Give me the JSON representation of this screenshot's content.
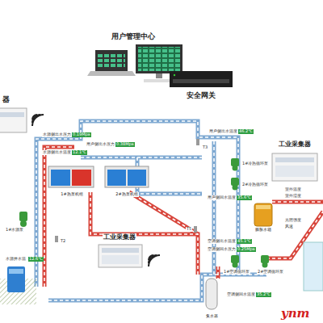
{
  "diagram": {
    "nodes": [
      {
        "text": [
          "用户管理中心"
        ]
      },
      {
        "text": [
          "安全网关"
        ]
      },
      {
        "text": [
          "工业采集器"
        ]
      },
      {
        "text": [
          "工业采集器"
        ]
      },
      {
        "text": [
          "1#热泵机组"
        ]
      },
      {
        "text": [
          "2#热泵机组"
        ]
      },
      {
        "text": [
          "膨胀水箱"
        ]
      },
      {
        "text": [
          "集水器"
        ]
      }
    ],
    "labels": [
      "器",
      "水源侧出水压力",
      "0.19Mpa",
      "水源侧出水温度",
      "12.1℃",
      "用户侧出水压力",
      "0.38Mpa",
      "1#水源泵",
      "T2",
      "水源井水温",
      "12.6℃",
      "用户侧出水温度",
      "46.2℃",
      "T3",
      "1#冷热循环泵",
      "2#冷热循环泵",
      "用户侧回水温度",
      "35.6℃",
      "空调侧出水温度",
      "45.1℃",
      "空调侧回水压力",
      "0.25Mpa",
      "1#空调循环泵",
      "2#空调循环泵",
      "室外温度",
      "室外湿度",
      "光照强度",
      "风速",
      "T5",
      "空调侧回水温度",
      "35.2℃",
      "ynm"
    ]
  }
}
